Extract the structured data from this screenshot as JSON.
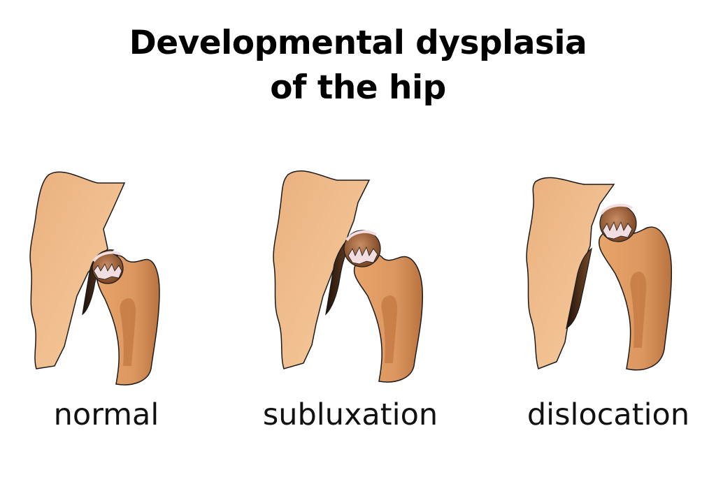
{
  "title": {
    "line1": "Developmental dysplasia",
    "line2": "of the hip"
  },
  "panels": [
    {
      "label": "normal"
    },
    {
      "label": "subluxation"
    },
    {
      "label": "dislocation"
    }
  ],
  "colors": {
    "bone_light": "#f3c08c",
    "bone_mid": "#d9955c",
    "bone_dark": "#8a4e24",
    "cavity": "#3a2414",
    "cartilage": "#f2dde0",
    "outline": "#1a1a1a"
  }
}
